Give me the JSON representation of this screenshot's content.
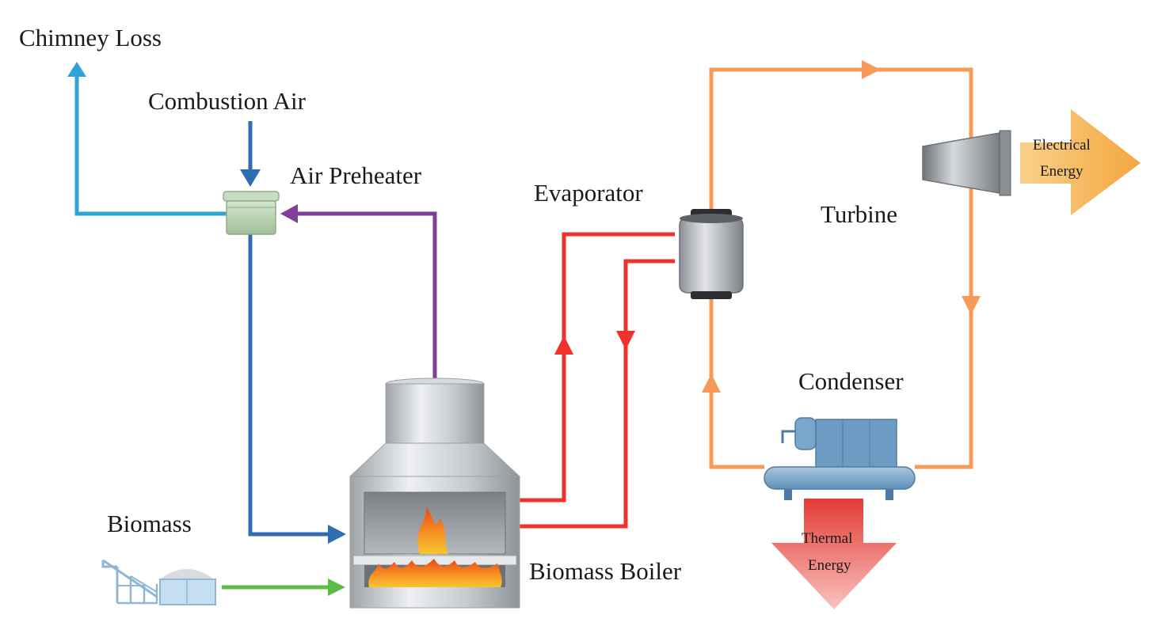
{
  "labels": {
    "chimney_loss": "Chimney Loss",
    "combustion_air": "Combustion Air",
    "air_preheater": "Air Preheater",
    "evaporator": "Evaporator",
    "turbine": "Turbine",
    "electrical_energy_line1": "Electrical",
    "electrical_energy_line2": "Energy",
    "condenser": "Condenser",
    "thermal_energy_line1": "Thermal",
    "thermal_energy_line2": "Energy",
    "biomass": "Biomass",
    "biomass_boiler": "Biomass Boiler"
  },
  "colors": {
    "chimney_flow": "#2ea3d6",
    "air_flow": "#2f6db3",
    "flue_gas_flow": "#7d3f98",
    "hot_water_loop": "#f0322c",
    "steam_cycle": "#f79a57",
    "biomass_feed": "#5dbb46",
    "electrical_arrow": "#f6b04a",
    "thermal_arrow": "#e8463c"
  },
  "icons": {
    "air_preheater": "heat-exchanger-icon",
    "evaporator": "pressure-vessel-icon",
    "turbine": "turbine-icon",
    "condenser": "condenser-unit-icon",
    "boiler": "furnace-icon",
    "biomass_store": "conveyor-silo-icon"
  }
}
